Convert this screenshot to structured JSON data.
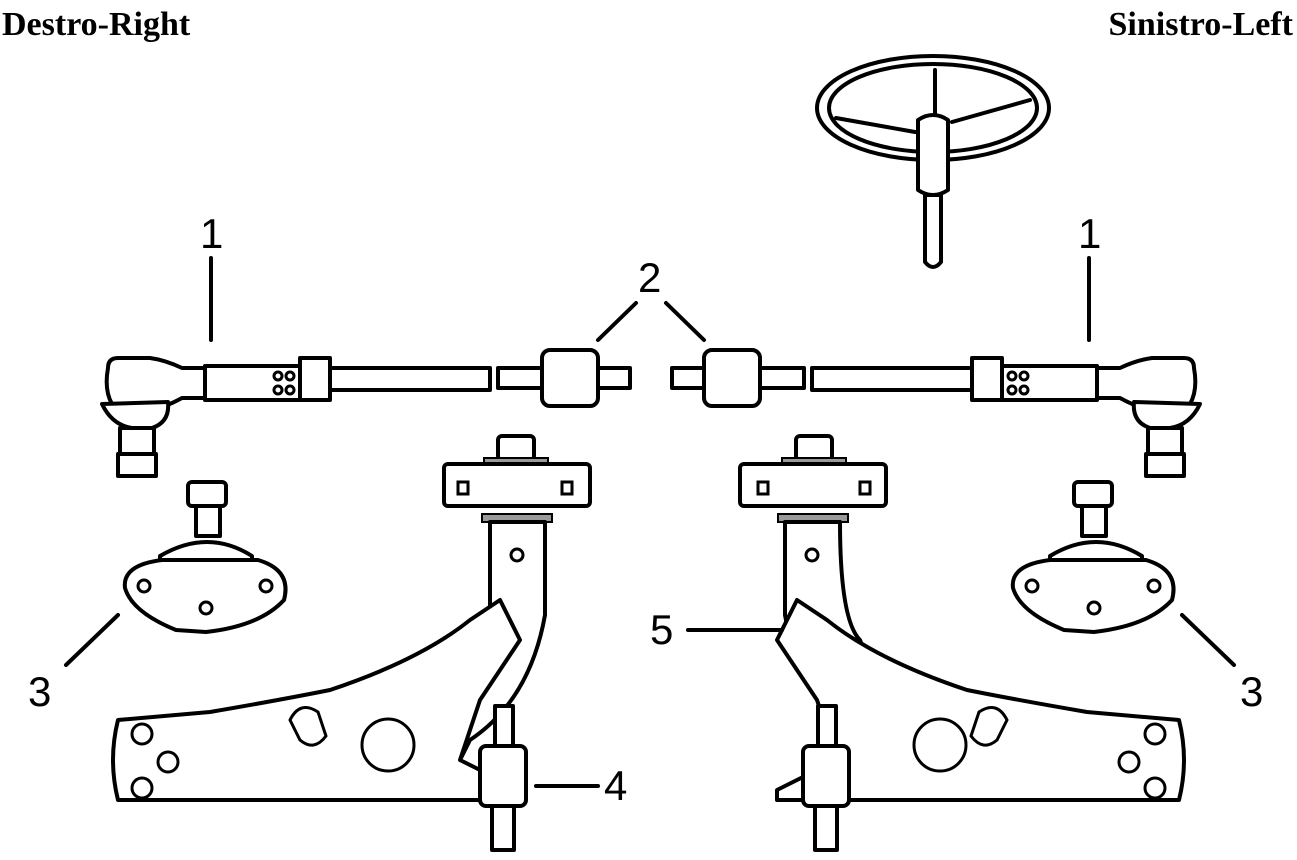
{
  "titles": {
    "right_side": "Destro-Right",
    "left_side": "Sinistro-Left"
  },
  "callouts": {
    "tie_rod_end_right": "1",
    "tie_rod_end_left": "1",
    "inner_tie_rod": "2",
    "ball_joint_right": "3",
    "ball_joint_left": "3",
    "rear_bushing": "4",
    "control_arm": "5"
  }
}
